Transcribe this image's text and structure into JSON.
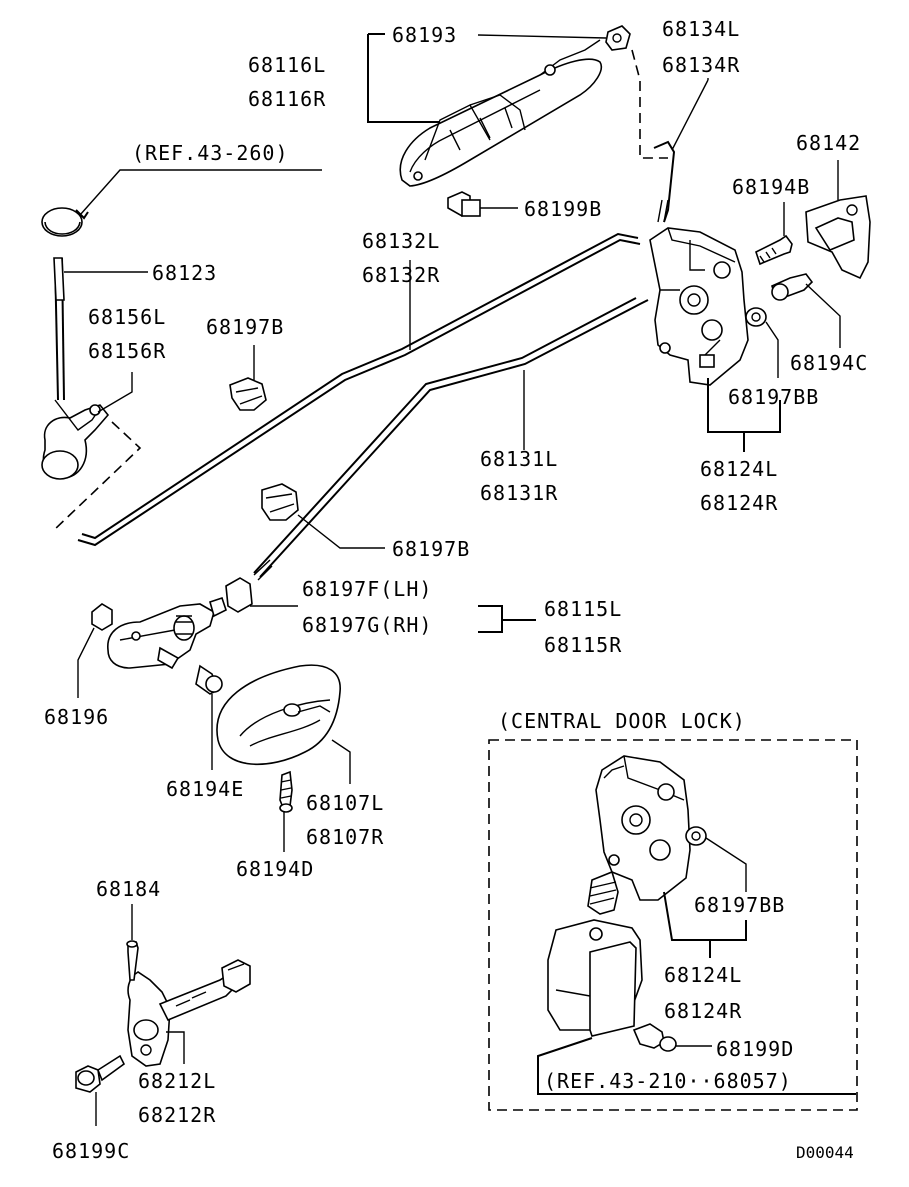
{
  "labels": {
    "p68193": "68193",
    "p68116L": "68116L",
    "p68116R": "68116R",
    "p68134L": "68134L",
    "p68134R": "68134R",
    "ref43_260": "(REF.43-260)",
    "p68142": "68142",
    "p68194B": "68194B",
    "p68199B": "68199B",
    "p68132L": "68132L",
    "p68132R": "68132R",
    "p68123": "68123",
    "p68156L": "68156L",
    "p68156R": "68156R",
    "p68197B_a": "68197B",
    "p68194C": "68194C",
    "p68197BB_a": "68197BB",
    "p68131L": "68131L",
    "p68131R": "68131R",
    "p68124L_a": "68124L",
    "p68124R_a": "68124R",
    "p68197B_b": "68197B",
    "p68197F": "68197F(LH)",
    "p68197G": "68197G(RH)",
    "p68115L": "68115L",
    "p68115R": "68115R",
    "p68196": "68196",
    "central_title": "(CENTRAL DOOR LOCK)",
    "p68194E": "68194E",
    "p68107L": "68107L",
    "p68107R": "68107R",
    "p68194D": "68194D",
    "p68184": "68184",
    "p68197BB_b": "68197BB",
    "p68124L_b": "68124L",
    "p68124R_b": "68124R",
    "p68212L": "68212L",
    "p68212R": "68212R",
    "p68199D": "68199D",
    "ref43_210": "(REF.43-210··68057)",
    "p68199C": "68199C",
    "diagram_code": "D00044"
  }
}
